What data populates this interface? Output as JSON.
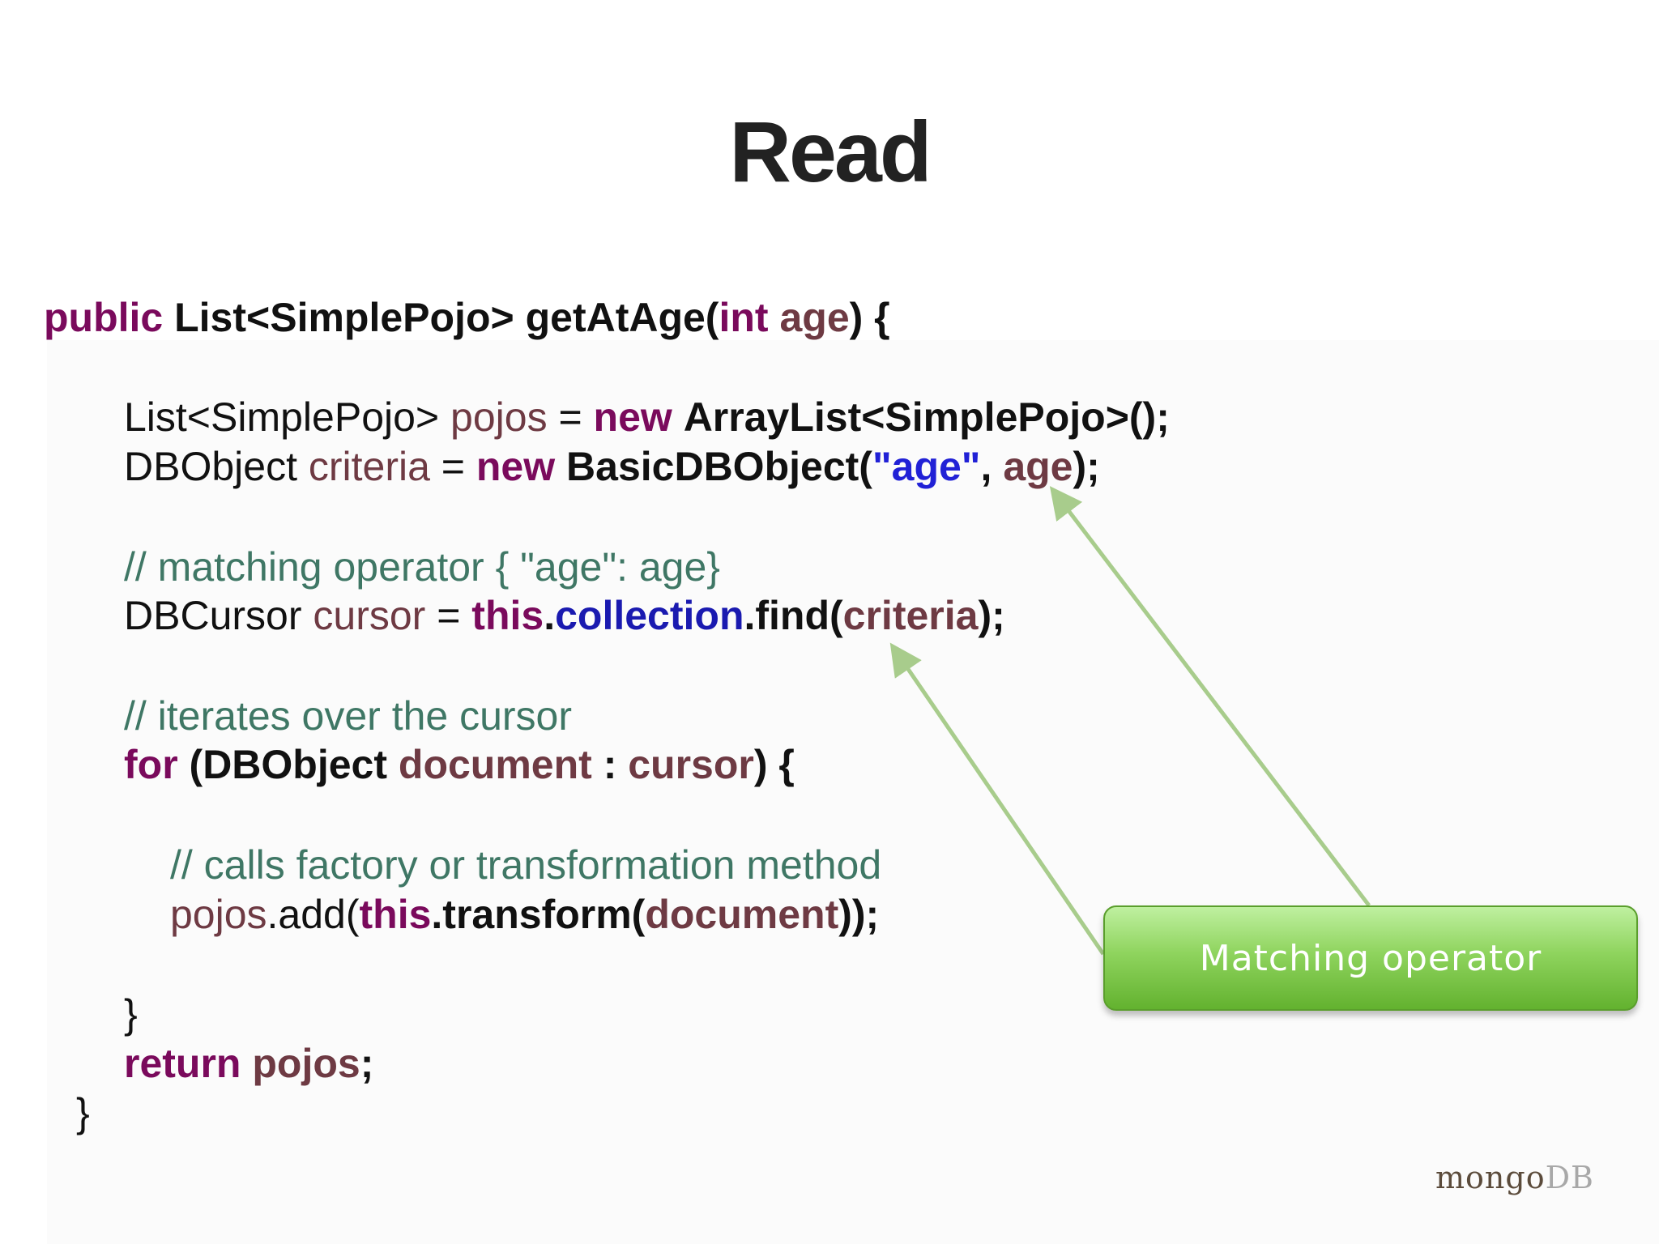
{
  "slide": {
    "title": "Read"
  },
  "code": {
    "line1": {
      "kw_public": "public",
      "type_list": "List<SimplePojo>",
      "method": "getAtAge(",
      "kw_int": "int",
      "param_age": "age",
      "close": ") {"
    },
    "line2": {
      "type": "List<SimplePojo>",
      "var": "pojos",
      "eq": " = ",
      "kw_new": "new",
      "ctor": "ArrayList<SimplePojo>();"
    },
    "line3": {
      "type": "DBObject",
      "var": "criteria",
      "eq": " = ",
      "kw_new": "new",
      "ctor": "BasicDBObject(",
      "str": "\"age\"",
      "comma": ", ",
      "arg": "age",
      "close": ");"
    },
    "comment1": "// matching operator { \"age\": age}",
    "line4": {
      "type": "DBCursor",
      "var": "cursor",
      "eq": " = ",
      "kw_this": "this",
      "dot1": ".",
      "field": "collection",
      "call": ".find(",
      "arg": "criteria",
      "close": ");"
    },
    "comment2": "// iterates over the cursor",
    "line5": {
      "kw_for": "for",
      "open": " (DBObject ",
      "var": "document",
      "colon": " : ",
      "iter": "cursor",
      "close": ") {"
    },
    "comment3": "// calls factory or transformation method",
    "line6": {
      "var": "pojos",
      "call": ".add(",
      "kw_this": "this",
      "method": ".transform(",
      "arg": "document",
      "close": "));"
    },
    "brace_inner": "}",
    "line7": {
      "kw_return": "return",
      "var": "pojos",
      "semi": ";"
    },
    "brace_outer": "}"
  },
  "callout": {
    "label": "Matching operator"
  },
  "logo": {
    "mongo": "mongo",
    "db": "DB"
  },
  "colors": {
    "keyword": "#7a0a5c",
    "variable": "#6e3a43",
    "string": "#2121d6",
    "comment": "#3f7765",
    "callout_green": "#8fd45e",
    "arrow": "#a8cc8c"
  }
}
